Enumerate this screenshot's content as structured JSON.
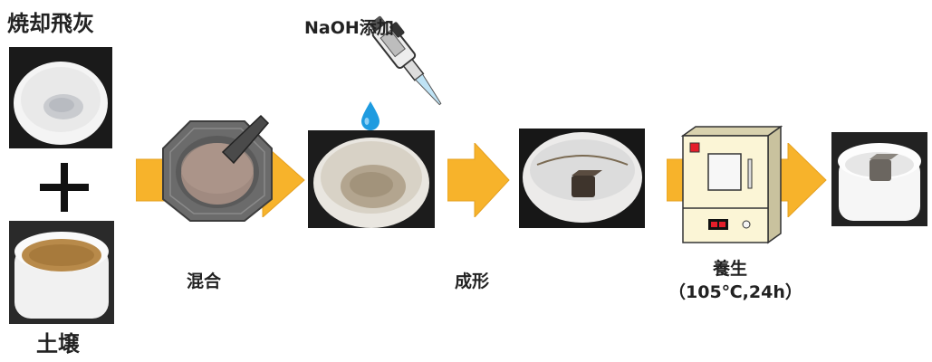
{
  "inputs": {
    "ash_label": "焼却飛灰",
    "plus_symbol": "+",
    "soil_label": "土壌"
  },
  "reagent": {
    "label": "NaOH添加"
  },
  "steps": [
    {
      "label": "混合"
    },
    {
      "label": "成形"
    },
    {
      "label": "養生",
      "sub": "（105℃,24h）"
    }
  ],
  "colors": {
    "arrow": "#F7B32B",
    "arrow_outline": "#E5A020",
    "mortar": "#6B6B6B",
    "oven_body": "#FBF5D6",
    "droplet": "#1E9BE0"
  }
}
